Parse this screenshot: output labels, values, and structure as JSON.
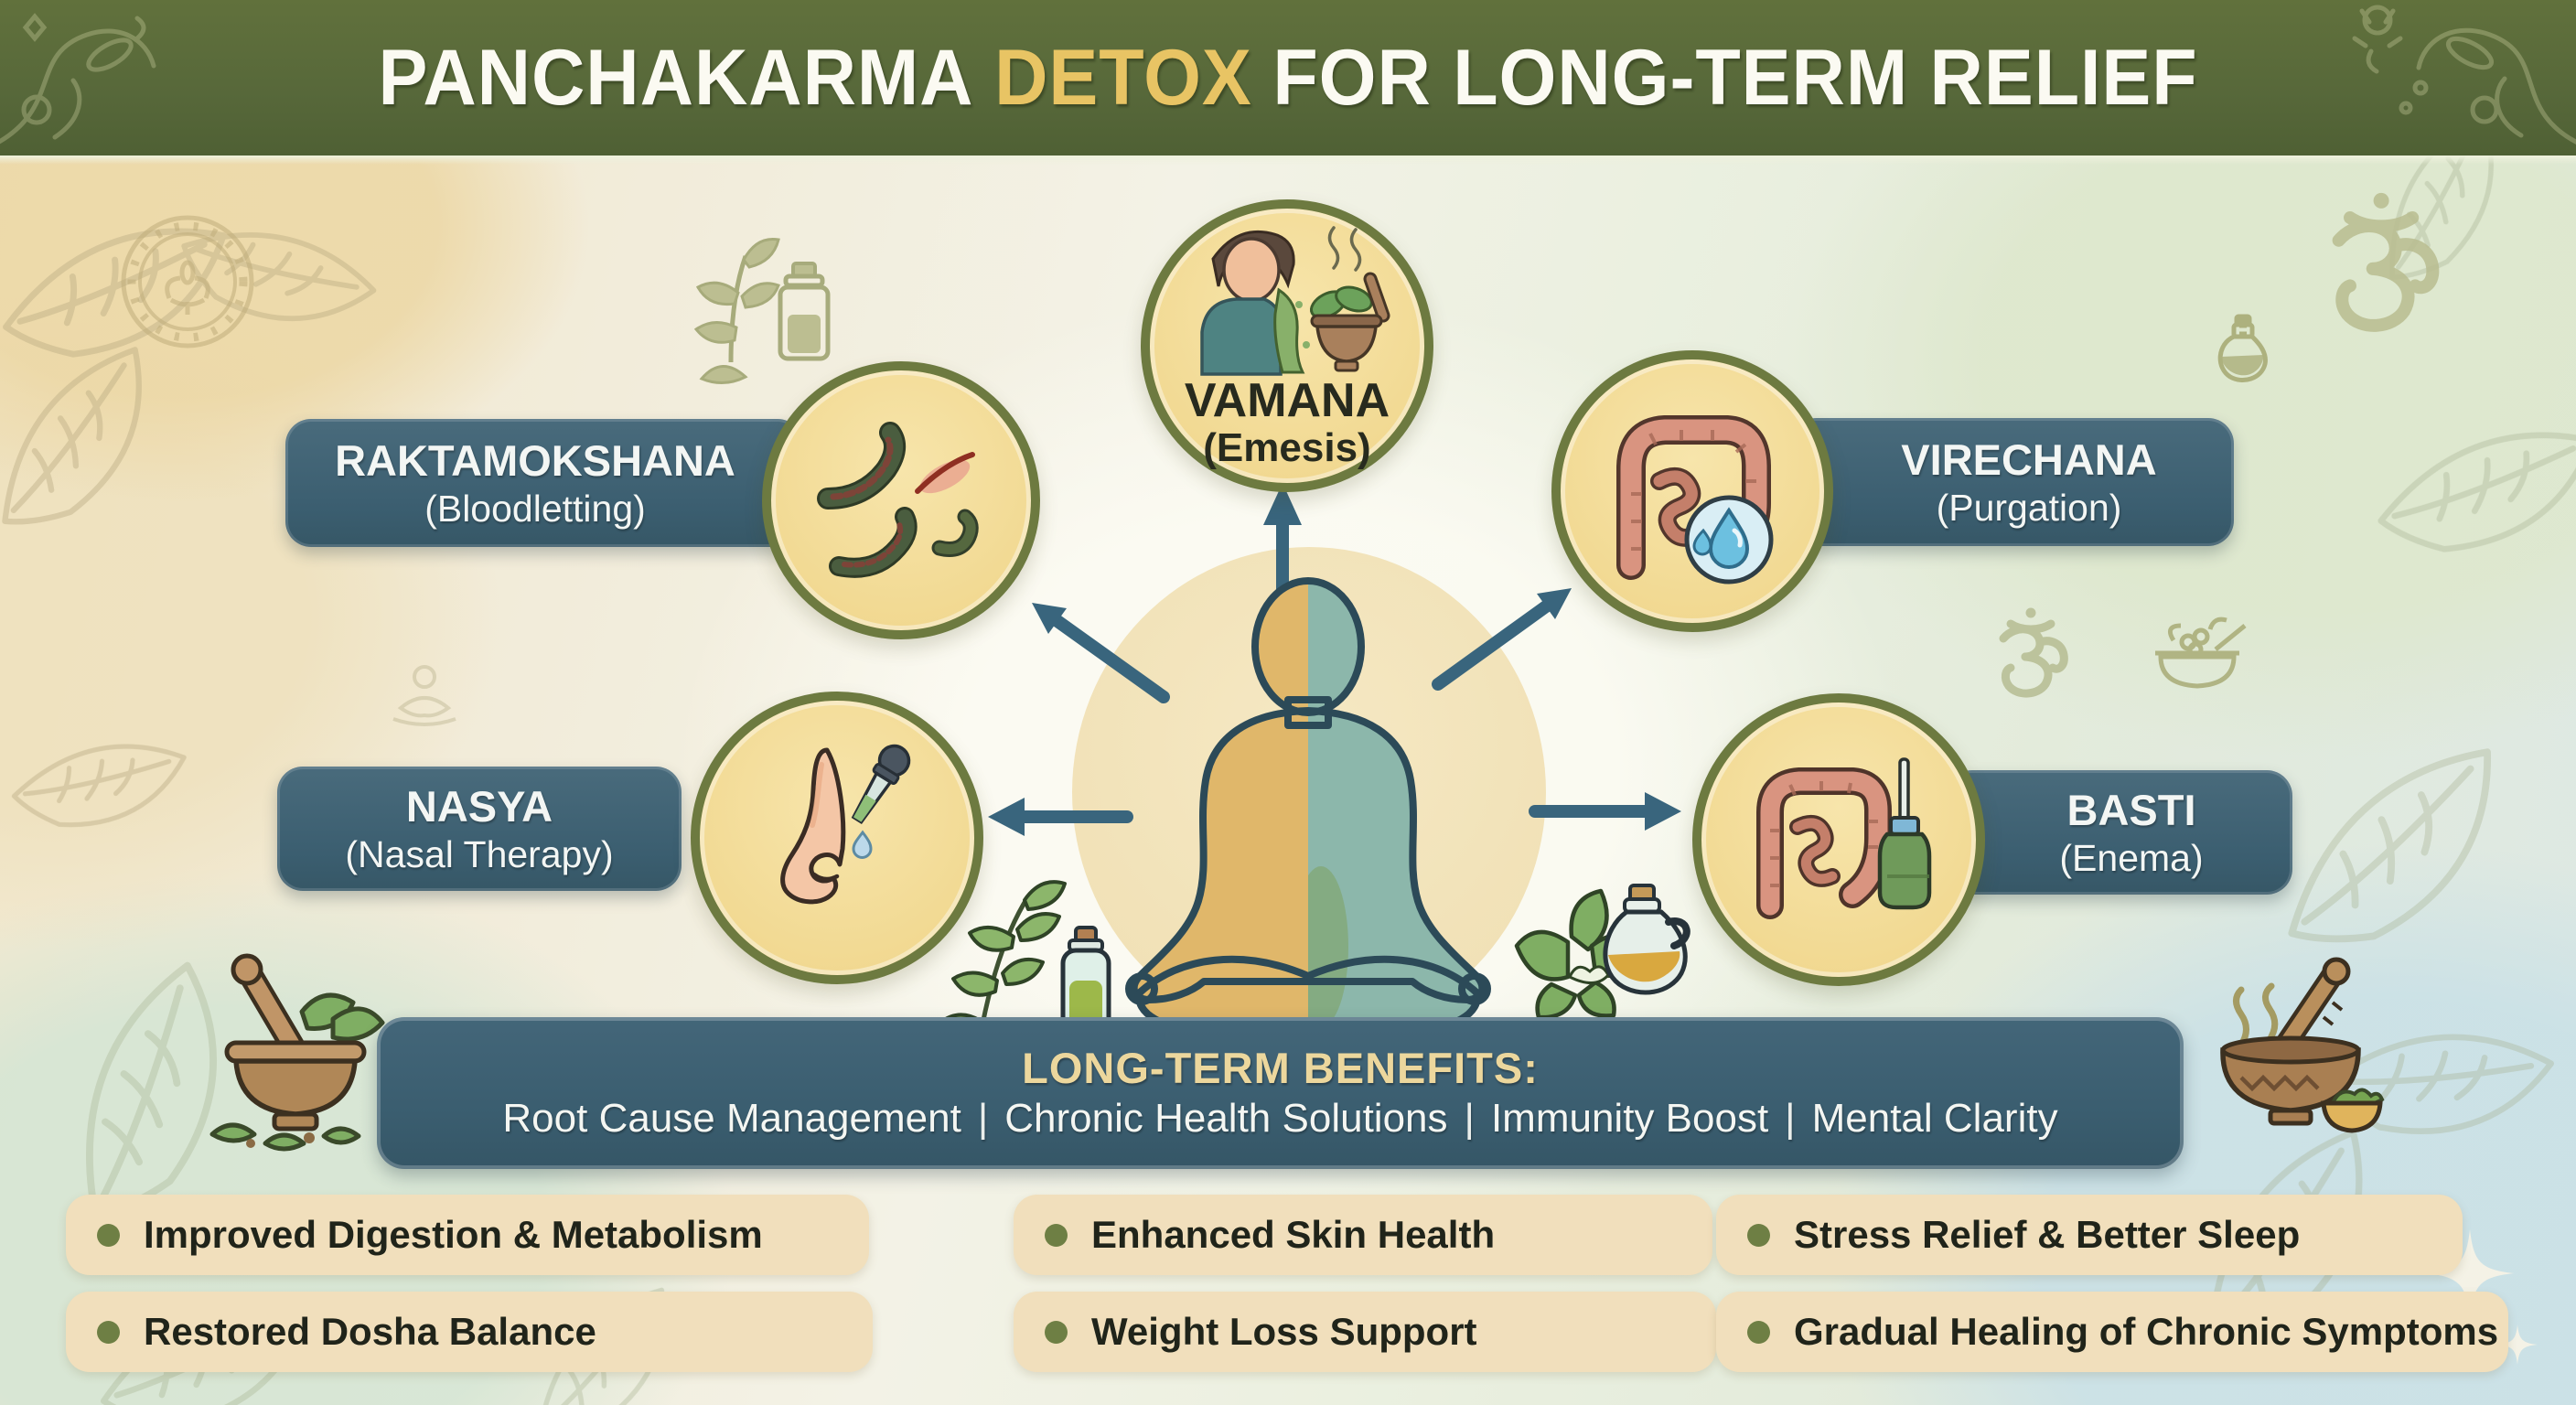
{
  "header": {
    "title": {
      "pre": "PANCHAKARMA",
      "highlight": "DETOX",
      "post": "FOR LONG-TERM RELIEF"
    },
    "accent_color": "#e8c464",
    "banner_color": "#57683a"
  },
  "center": {
    "figure": "meditating-person-half-gold-half-teal",
    "halo": "golden-circle"
  },
  "treatments": [
    {
      "name": "VAMANA",
      "subtitle": "(Emesis)",
      "icon": "vomiting-person-with-herbal-mortar-icon",
      "position": "top-center"
    },
    {
      "name": "RAKTAMOKSHANA",
      "subtitle": "(Bloodletting)",
      "icon": "leeches-incision-icon",
      "position": "upper-left"
    },
    {
      "name": "VIRECHANA",
      "subtitle": "(Purgation)",
      "icon": "intestines-water-drop-icon",
      "position": "upper-right"
    },
    {
      "name": "NASYA",
      "subtitle": "(Nasal Therapy)",
      "icon": "nose-dropper-icon",
      "position": "lower-left"
    },
    {
      "name": "BASTI",
      "subtitle": "(Enema)",
      "icon": "intestines-enema-bottle-icon",
      "position": "lower-right"
    }
  ],
  "benefits_banner": {
    "title": "LONG-TERM BENEFITS:",
    "separator": "|",
    "items": [
      "Root Cause Management",
      "Chronic Health Solutions",
      "Immunity Boost",
      "Mental Clarity"
    ]
  },
  "benefit_pills": [
    "Improved Digestion & Metabolism",
    "Restored Dosha Balance",
    "Enhanced Skin Health",
    "Weight Loss Support",
    "Stress Relief & Better Sleep",
    "Gradual Healing of Chronic Symptoms"
  ],
  "decorations": {
    "om-icon": "stylized Om symbol",
    "mandala-emblem": "circular lotus mandala",
    "mortar-pestle-left-icon": "mortar with pestle and herb leaves",
    "mortar-pestle-right-icon": "carved mortar with steam and herb bowl",
    "herb-bottle-icon": "herb sprig with tincture bottle",
    "herb-sprig-bottle-icon": "leaf sprig with green oil bottle",
    "basil-oil-cruet-icon": "basil leaves with oil cruet",
    "potion-bottle-icon": "round potion flask outline",
    "mortar-outline-icon": "mortar with berries outline",
    "leaf-outline-pattern": "faint leaf line art",
    "sparkle-icon": "four point sparkle"
  },
  "colors": {
    "banner_green": "#57683a",
    "accent_gold": "#e8c464",
    "label_teal": "#3b5e70",
    "benefits_teal": "#3a5d6f",
    "circle_fill": "#f3dc9b",
    "circle_border": "#6d7a40",
    "pill_fill": "#f1dfbc",
    "pill_bullet": "#6e7f44",
    "arrow": "#39657d"
  }
}
